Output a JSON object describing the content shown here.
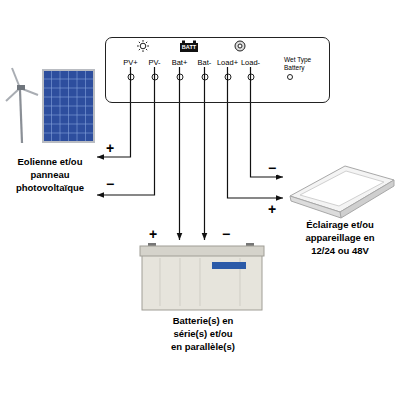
{
  "diagram": {
    "nodes": [
      {
        "text": [
          "Wet Type Battery"
        ]
      },
      {
        "text": [
          "PV+"
        ],
        "in": 0
      },
      {
        "text": [
          "PV-"
        ],
        "in": 0
      },
      {
        "text": [
          "Bat+"
        ],
        "in": 0
      },
      {
        "text": [
          "Bat-"
        ],
        "in": 0
      },
      {
        "text": [
          "Load+"
        ],
        "in": 0
      },
      {
        "text": [
          "Load-"
        ],
        "in": 0
      },
      {
        "text": [
          "Eolienne et/ou panneau photovoltaïque"
        ]
      },
      {
        "text": [
          "Batterie(s) en série(s) et/ou en parallèle(s)"
        ]
      },
      {
        "text": [
          "Éclairage et/ou appareillage en 12/24 ou 48V"
        ]
      }
    ],
    "edges": [
      {
        "from": 1,
        "to": 7,
        "arrow": "to",
        "label": "+"
      },
      {
        "from": 2,
        "to": 7,
        "arrow": "to",
        "label": "−"
      },
      {
        "from": 3,
        "to": 8,
        "arrow": "to",
        "label": "+"
      },
      {
        "from": 4,
        "to": 8,
        "arrow": "to",
        "label": "−"
      },
      {
        "from": 5,
        "to": 9,
        "arrow": "to",
        "label": "+"
      },
      {
        "from": 6,
        "to": 9,
        "arrow": "to",
        "label": "−"
      }
    ],
    "labels": [
      "BATT"
    ]
  }
}
